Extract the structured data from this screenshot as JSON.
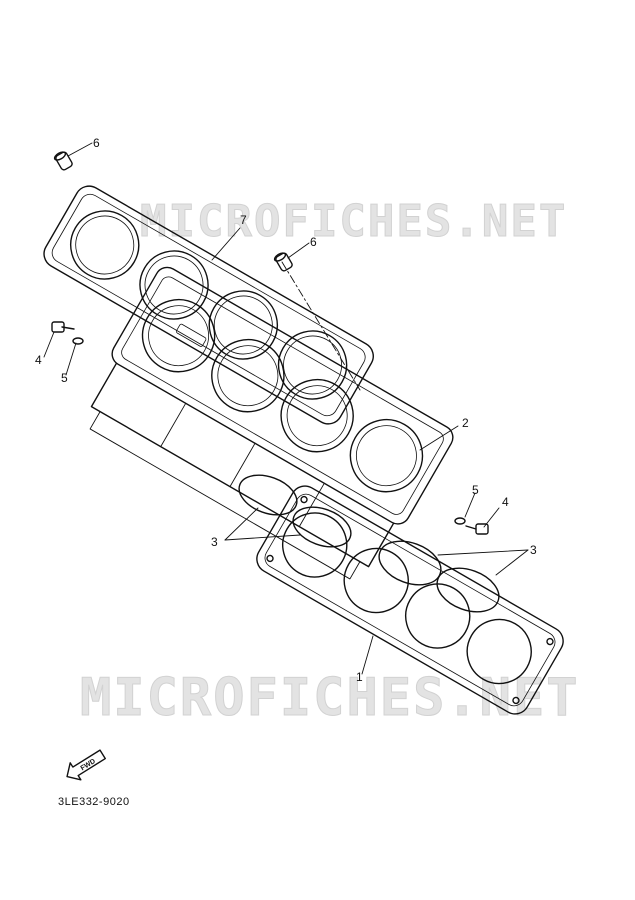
{
  "watermark": {
    "top": "MICROFICHES.NET",
    "bottom": "MICROFICHES.NET"
  },
  "callouts": {
    "dowel_pin_top_left": "6",
    "dowel_pin_middle": "6",
    "head_gasket": "7",
    "cylinder": "2",
    "piston_rings_left": "3",
    "piston_rings_right": "3",
    "bolt_left": "4",
    "washer_left": "5",
    "bolt_right": "4",
    "washer_right": "5",
    "base_gasket": "1"
  },
  "fwd_arrow": {
    "label": "FWD"
  },
  "drawing_code": "3LE332-9020",
  "colors": {
    "line": "#111111",
    "watermark": "#e3e3e3"
  }
}
